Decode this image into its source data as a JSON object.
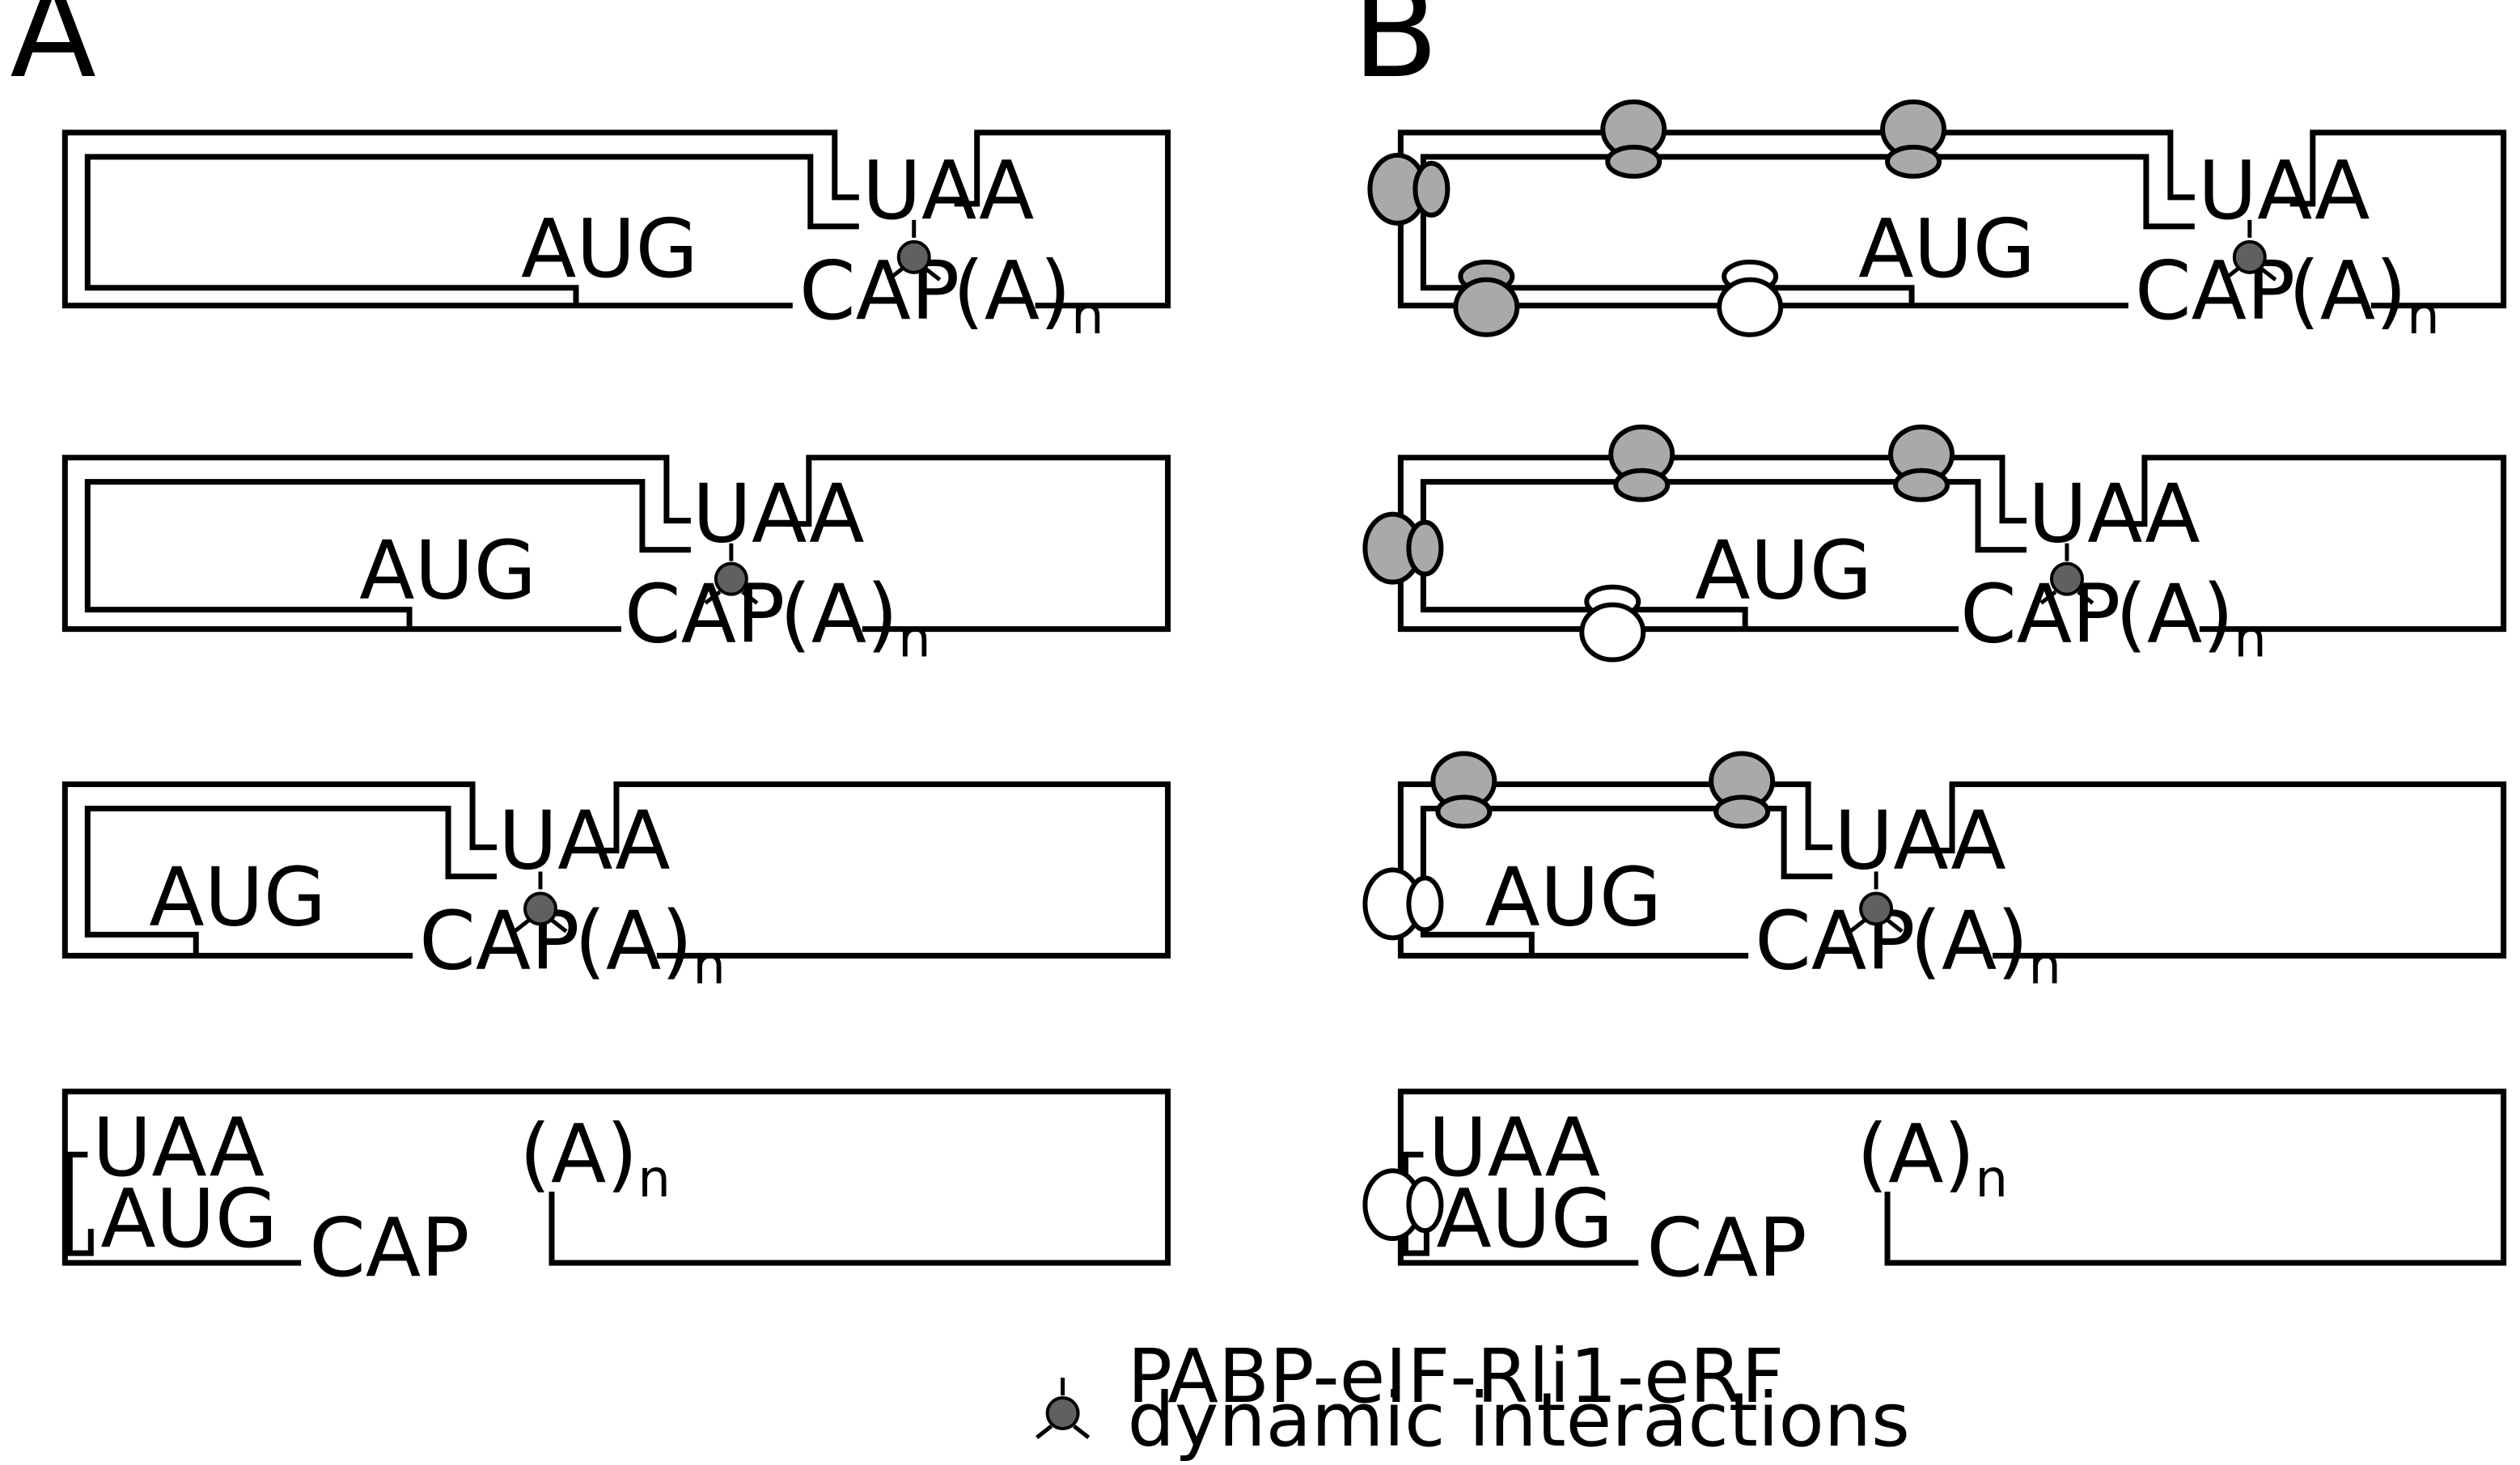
{
  "panels": [
    {
      "label": "A"
    },
    {
      "label": "B"
    }
  ],
  "labels": {
    "stop_codon": "UAA",
    "start_codon": "AUG",
    "cap": "CAP",
    "polya": "(A)",
    "polya_subscript": "n"
  },
  "legend": {
    "line1": "PABP-eIF-Rli1-eRF",
    "line2": "dynamic interactions"
  },
  "colors": {
    "complex_dot": "#606060",
    "ribosome_active": "#a9a9a9",
    "ribosome_free": "#ffffff",
    "mrna_line": "#000000"
  }
}
